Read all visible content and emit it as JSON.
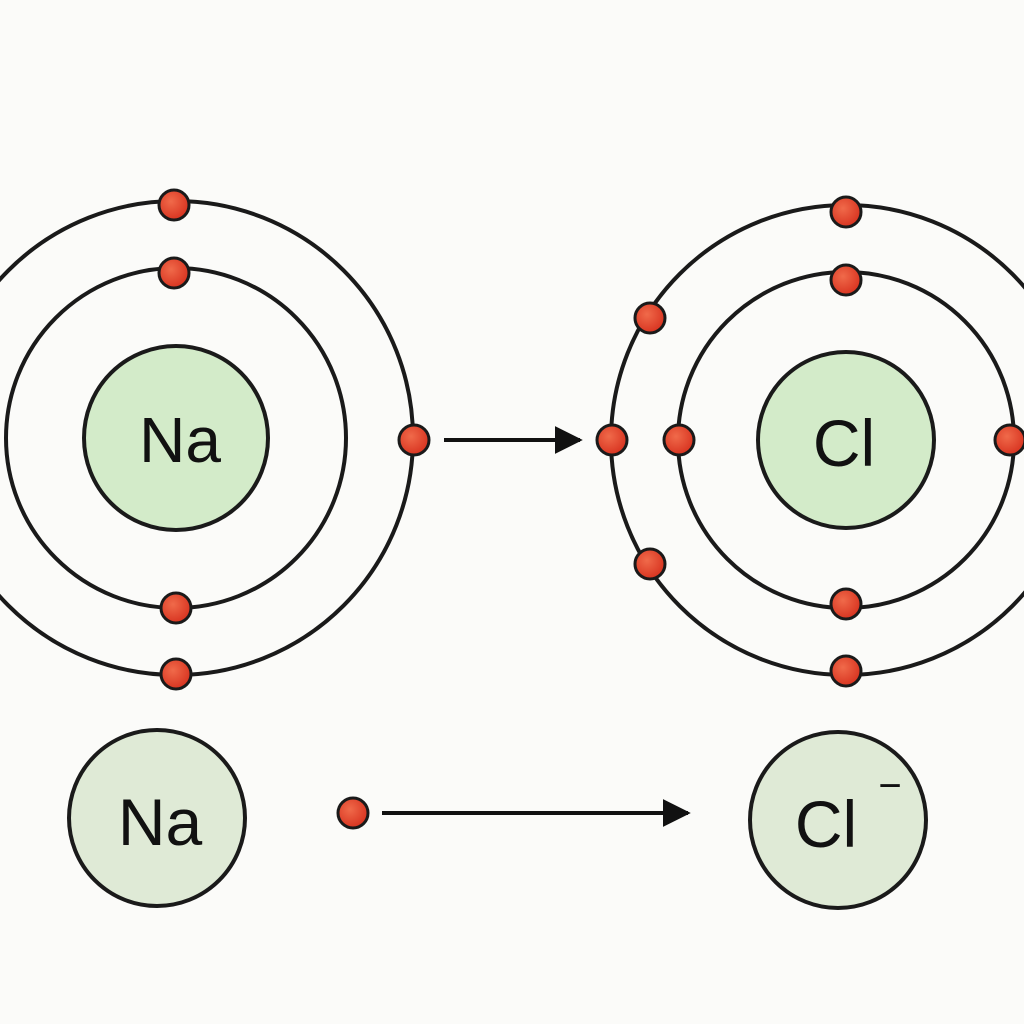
{
  "colors": {
    "background": "#fbfbf9",
    "shell_stroke": "#1a1a1a",
    "nucleus_fill": "#d3ebc9",
    "ion_fill": "#dfead6",
    "electron_fill": "#e0402e",
    "arrow": "#111111"
  },
  "top_row": {
    "sodium_atom": {
      "symbol": "Na"
    },
    "chlorine_atom": {
      "symbol": "Cl"
    }
  },
  "bottom_row": {
    "sodium_ion": {
      "symbol": "Na"
    },
    "chloride_ion": {
      "symbol": "Cl",
      "charge": "−"
    }
  }
}
